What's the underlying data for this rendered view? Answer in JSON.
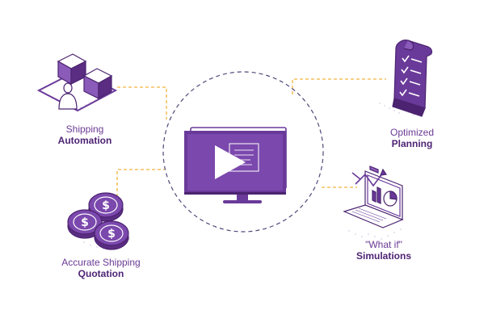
{
  "diagram": {
    "colors": {
      "purple": "#6a3a9a",
      "purple_dark": "#4b2370",
      "purple_light": "#b49ad0",
      "connector_orange": "#f2b33d",
      "circle_dash": "#4e4a7a"
    },
    "center": {
      "icon": "monitor-icon",
      "overlay_icon": "play-icon"
    },
    "nodes": [
      {
        "id": "shipping-automation",
        "line1": "Shipping",
        "line2": "Automation",
        "icon": "boxes-icon"
      },
      {
        "id": "optimized-planning",
        "line1": "Optimized",
        "line2": "Planning",
        "icon": "checklist-scroll-icon"
      },
      {
        "id": "accurate-shipping-quotation",
        "line1": "Accurate Shipping",
        "line2": "Quotation",
        "icon": "coins-icon"
      },
      {
        "id": "what-if-simulations",
        "line1": "\"What if\"",
        "line2": "Simulations",
        "icon": "laptop-chart-icon"
      }
    ]
  }
}
